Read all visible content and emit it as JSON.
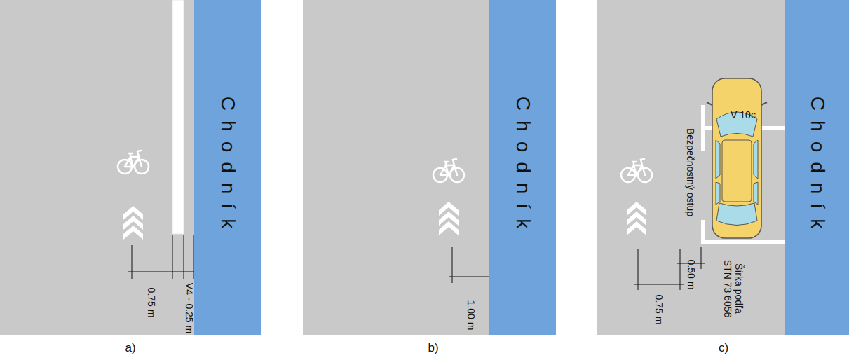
{
  "diagram": {
    "nodes": [
      {
        "text": [
          "Chodník"
        ]
      },
      {
        "text": [
          "Chodník"
        ]
      },
      {
        "text": [
          "Chodník"
        ]
      }
    ],
    "labels": [
      "0.75 m",
      "V4 - 0.25 m",
      "1.00 m",
      "V 10c",
      "Bezpečnostný ostup",
      "0.50 m",
      "0.75 m",
      "Šírka podľa STN 73 6056",
      "a)",
      "b)",
      "c)"
    ]
  }
}
